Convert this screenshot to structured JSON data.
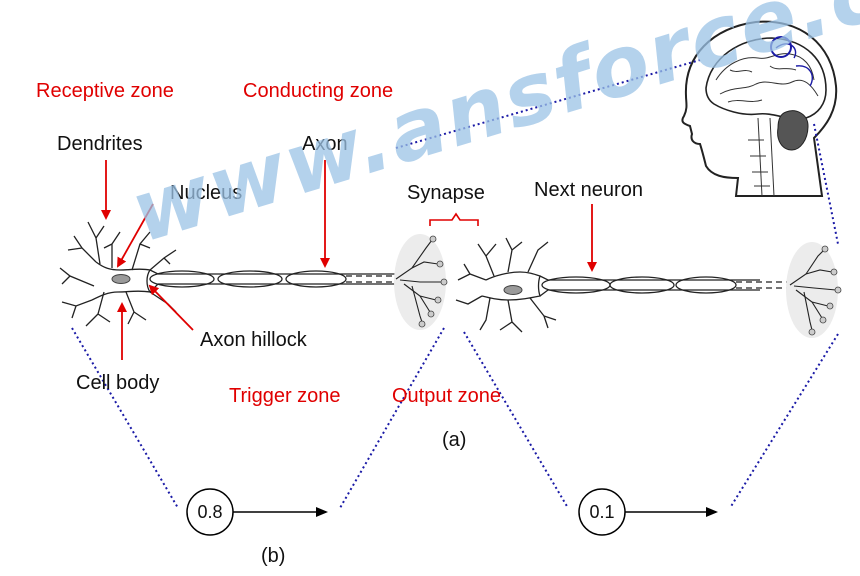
{
  "zones": {
    "receptive": "Receptive zone",
    "conducting": "Conducting zone",
    "trigger": "Trigger zone",
    "output": "Output zone"
  },
  "labels": {
    "dendrites": "Dendrites",
    "nucleus": "Nucleus",
    "axon": "Axon",
    "axon_hillock": "Axon hillock",
    "cell_body": "Cell body",
    "synapse": "Synapse",
    "next_neuron": "Next neuron"
  },
  "panels": {
    "a": "(a)",
    "b": "(b)"
  },
  "nodes": {
    "first": "0.8",
    "second": "0.1"
  },
  "watermark": "www.ansforce.com",
  "colors": {
    "zone_text": "#e00000",
    "guide_lines": "#1a1aa6",
    "watermark": "#9cc3e6"
  }
}
